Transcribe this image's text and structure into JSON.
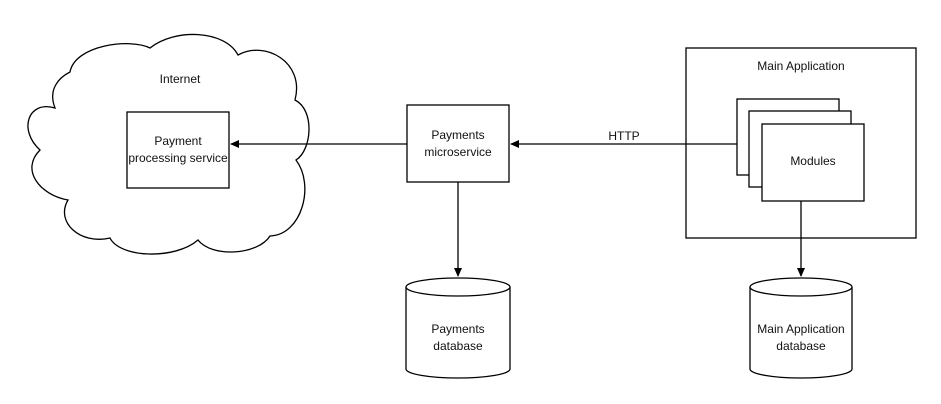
{
  "diagram": {
    "internet_label": "Internet",
    "payment_processing_label": "Payment\nprocessing service",
    "payments_microservice_label": "Payments\nmicroservice",
    "http_label": "HTTP",
    "main_application_label": "Main Application",
    "modules_label": "Modules",
    "payments_database_label": "Payments\ndatabase",
    "main_application_database_label": "Main Application\ndatabase"
  }
}
